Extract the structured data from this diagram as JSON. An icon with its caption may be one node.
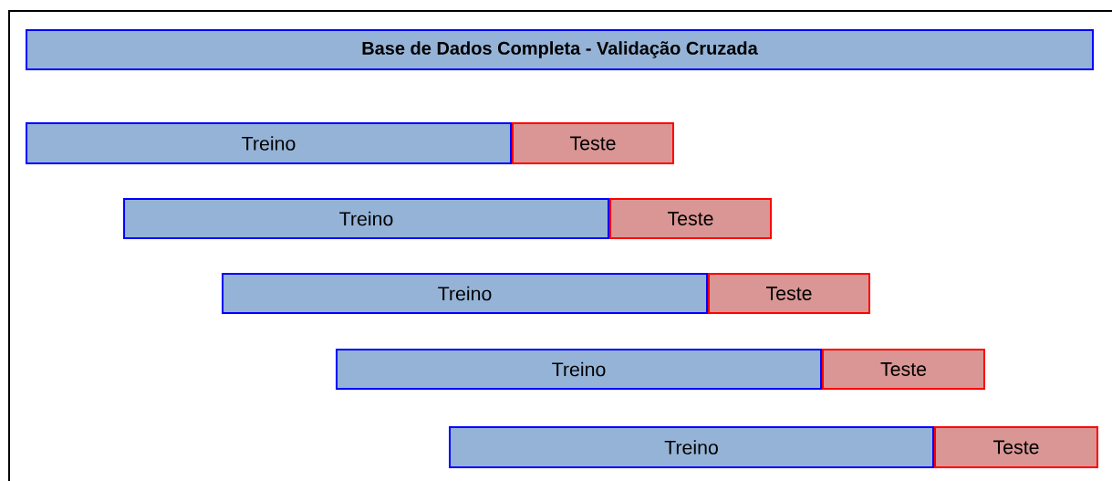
{
  "diagram": {
    "nodes": [
      {
        "text": [
          "Base de Dados Completa - Validação Cruzada"
        ]
      },
      {
        "text": [
          "Treino"
        ]
      },
      {
        "text": [
          "Teste"
        ]
      },
      {
        "text": [
          "Treino"
        ]
      },
      {
        "text": [
          "Teste"
        ]
      },
      {
        "text": [
          "Treino"
        ]
      },
      {
        "text": [
          "Teste"
        ]
      },
      {
        "text": [
          "Treino"
        ]
      },
      {
        "text": [
          "Teste"
        ]
      },
      {
        "text": [
          "Treino"
        ]
      },
      {
        "text": [
          "Teste"
        ]
      }
    ]
  }
}
